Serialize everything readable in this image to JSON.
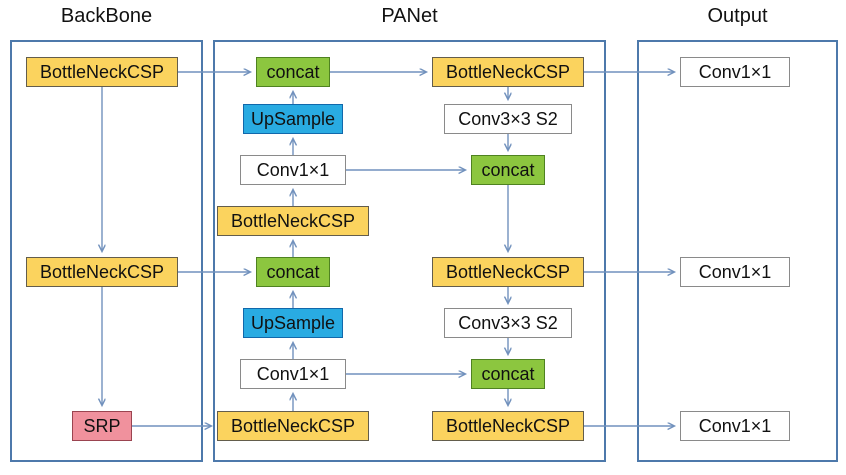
{
  "titles": {
    "backbone": "BackBone",
    "panet": "PANet",
    "output": "Output"
  },
  "nodes": {
    "bb_csp1": {
      "label": "BottleNeckCSP",
      "color": "yellow"
    },
    "bb_csp2": {
      "label": "BottleNeckCSP",
      "color": "yellow"
    },
    "bb_srp": {
      "label": "SRP",
      "color": "pink"
    },
    "pa_l_concat1": {
      "label": "concat",
      "color": "green"
    },
    "pa_l_up1": {
      "label": "UpSample",
      "color": "blue"
    },
    "pa_l_conv1": {
      "label": "Conv1×1",
      "color": "white"
    },
    "pa_l_csp_mid": {
      "label": "BottleNeckCSP",
      "color": "yellow"
    },
    "pa_l_concat2": {
      "label": "concat",
      "color": "green"
    },
    "pa_l_up2": {
      "label": "UpSample",
      "color": "blue"
    },
    "pa_l_conv2": {
      "label": "Conv1×1",
      "color": "white"
    },
    "pa_l_csp_bot": {
      "label": "BottleNeckCSP",
      "color": "yellow"
    },
    "pa_r_csp1": {
      "label": "BottleNeckCSP",
      "color": "yellow"
    },
    "pa_r_conv33a": {
      "label": "Conv3×3 S2",
      "color": "white"
    },
    "pa_r_concat1": {
      "label": "concat",
      "color": "green"
    },
    "pa_r_csp2": {
      "label": "BottleNeckCSP",
      "color": "yellow"
    },
    "pa_r_conv33b": {
      "label": "Conv3×3 S2",
      "color": "white"
    },
    "pa_r_concat2": {
      "label": "concat",
      "color": "green"
    },
    "pa_r_csp3": {
      "label": "BottleNeckCSP",
      "color": "yellow"
    },
    "out_conv1": {
      "label": "Conv1×1",
      "color": "white"
    },
    "out_conv2": {
      "label": "Conv1×1",
      "color": "white"
    },
    "out_conv3": {
      "label": "Conv1×1",
      "color": "white"
    }
  },
  "edges": [
    {
      "from": "bb_csp1",
      "to": "pa_l_concat1"
    },
    {
      "from": "bb_csp1",
      "to": "bb_csp2"
    },
    {
      "from": "bb_csp2",
      "to": "pa_l_concat2"
    },
    {
      "from": "bb_csp2",
      "to": "bb_srp"
    },
    {
      "from": "bb_srp",
      "to": "pa_l_csp_bot"
    },
    {
      "from": "pa_l_csp_bot",
      "to": "pa_l_conv2"
    },
    {
      "from": "pa_l_conv2",
      "to": "pa_l_up2"
    },
    {
      "from": "pa_l_up2",
      "to": "pa_l_concat2"
    },
    {
      "from": "pa_l_concat2",
      "to": "pa_l_csp_mid"
    },
    {
      "from": "pa_l_csp_mid",
      "to": "pa_l_conv1"
    },
    {
      "from": "pa_l_conv1",
      "to": "pa_l_up1"
    },
    {
      "from": "pa_l_up1",
      "to": "pa_l_concat1"
    },
    {
      "from": "pa_l_concat1",
      "to": "pa_r_csp1"
    },
    {
      "from": "pa_l_conv1",
      "to": "pa_r_concat1"
    },
    {
      "from": "pa_l_conv2",
      "to": "pa_r_concat2"
    },
    {
      "from": "pa_r_csp1",
      "to": "pa_r_conv33a"
    },
    {
      "from": "pa_r_conv33a",
      "to": "pa_r_concat1"
    },
    {
      "from": "pa_r_concat1",
      "to": "pa_r_csp2"
    },
    {
      "from": "pa_r_csp2",
      "to": "pa_r_conv33b"
    },
    {
      "from": "pa_r_conv33b",
      "to": "pa_r_concat2"
    },
    {
      "from": "pa_r_concat2",
      "to": "pa_r_csp3"
    },
    {
      "from": "pa_r_csp1",
      "to": "out_conv1"
    },
    {
      "from": "pa_r_csp2",
      "to": "out_conv2"
    },
    {
      "from": "pa_r_csp3",
      "to": "out_conv3"
    }
  ],
  "colors": {
    "yellow": "#fbd35e",
    "yellow_border": "#635d4c",
    "green": "#8cc63f",
    "green_border": "#4f8221",
    "blue": "#29abe2",
    "blue_border": "#1168ab",
    "pink": "#f0919d",
    "pink_border": "#9a4450",
    "white_border": "#8a8a8a",
    "line": "#7191bd",
    "frame": "#4d79ab"
  }
}
